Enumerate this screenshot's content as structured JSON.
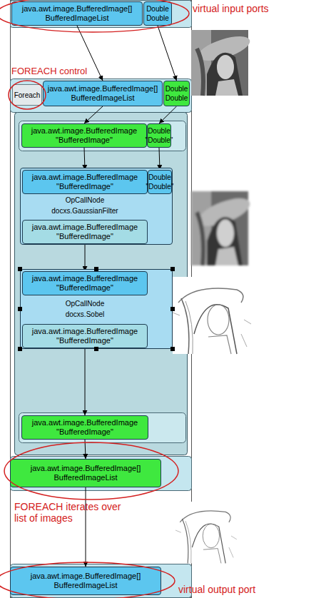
{
  "diagram": {
    "nodes": [
      {
        "text": [
          "java.awt.image.BufferedImage[]",
          "BufferedImageList"
        ]
      },
      {
        "text": [
          "Double",
          "Double"
        ]
      },
      {
        "text": [
          "Foreach"
        ]
      },
      {
        "text": [
          "java.awt.image.BufferedImage[]",
          "BufferedImageList"
        ]
      },
      {
        "text": [
          "Double",
          "Double"
        ]
      },
      {
        "text": [
          "java.awt.image.BufferedImage",
          "\"BufferedImage\""
        ]
      },
      {
        "text": [
          "Double",
          "\"Double\""
        ]
      },
      {
        "text": [
          "OpCallNode",
          "docxs.GaussianFilter"
        ]
      },
      {
        "text": [
          "java.awt.image.BufferedImage",
          "\"BufferedImage\""
        ],
        "in": 7
      },
      {
        "text": [
          "Double",
          "\"Double\""
        ],
        "in": 7
      },
      {
        "text": [
          "java.awt.image.BufferedImage",
          "\"BufferedImage\""
        ],
        "in": 7
      },
      {
        "text": [
          "OpCallNode",
          "docxs.Sobel"
        ]
      },
      {
        "text": [
          "java.awt.image.BufferedImage",
          "\"BufferedImage\""
        ],
        "in": 11
      },
      {
        "text": [
          "java.awt.image.BufferedImage",
          "\"BufferedImage\""
        ],
        "in": 11
      },
      {
        "text": [
          "java.awt.image.BufferedImage",
          "\"BufferedImage\""
        ]
      },
      {
        "text": [
          "java.awt.image.BufferedImage[]",
          "BufferedImageList"
        ]
      },
      {
        "text": [
          "java.awt.image.BufferedImage[]",
          "BufferedImageList"
        ]
      }
    ],
    "edges": [
      {
        "from": 0,
        "to": 3,
        "arrow": "to"
      },
      {
        "from": 1,
        "to": 4,
        "arrow": "to"
      },
      {
        "from": 3,
        "to": 5,
        "arrow": "to"
      },
      {
        "from": 4,
        "to": 6,
        "arrow": "to"
      },
      {
        "from": 5,
        "to": 8,
        "arrow": "to"
      },
      {
        "from": 6,
        "to": 9,
        "arrow": "to"
      },
      {
        "from": 10,
        "to": 12,
        "arrow": "to"
      },
      {
        "from": 13,
        "to": 14,
        "arrow": "to"
      },
      {
        "from": 14,
        "to": 15,
        "arrow": "to"
      },
      {
        "from": 15,
        "to": 16,
        "arrow": "to"
      }
    ],
    "labels": [
      "virtual input ports",
      "FOREACH control",
      "FOREACH iterates over list of images",
      "virtual output port"
    ]
  }
}
